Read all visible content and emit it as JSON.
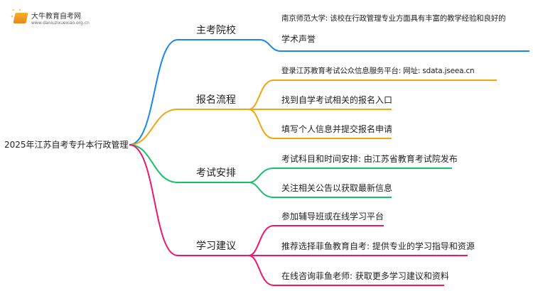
{
  "logo": {
    "name": "大牛教育自考网",
    "url": "www.daniuzixuexiao.org.cn"
  },
  "root": "2025年江苏自考专升本行政管理",
  "colors": {
    "b0": "#1a86f0",
    "b1": "#f2a60d",
    "b2": "#15c26b",
    "b3": "#f0166e"
  },
  "branches": [
    {
      "label": "主考院校",
      "leaves": [
        "南京师范大学: 该校在行政管理专业方面具有丰富的教学经验和良好的",
        "学术声誉"
      ]
    },
    {
      "label": "报名流程",
      "leaves": [
        "登录江苏教育考试公众信息服务平台: 网址:  sdata.jseea.cn",
        "找到自学考试相关的报名入口",
        "填写个人信息并提交报名申请"
      ]
    },
    {
      "label": "考试安排",
      "leaves": [
        "考试科目和时间安排: 由江苏省教育考试院发布",
        "关注相关公告以获取最新信息"
      ]
    },
    {
      "label": "学习建议",
      "leaves": [
        "参加辅导班或在线学习平台",
        "推荐选择菲鱼教育自考: 提供专业的学习指导和资源",
        "在线咨询菲鱼老师: 获取更多学习建议和资料"
      ]
    }
  ]
}
